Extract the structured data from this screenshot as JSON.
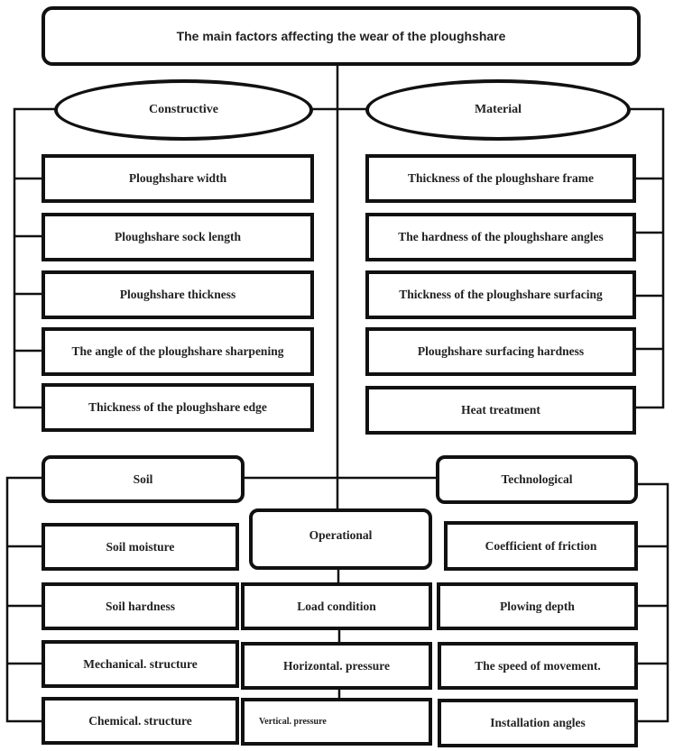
{
  "title": "The main factors affecting the wear of the ploughshare",
  "groups": {
    "constructive": {
      "label": "Constructive",
      "items": [
        "Ploughshare width",
        "Ploughshare sock length",
        "Ploughshare thickness",
        "The angle of the ploughshare sharpening",
        "Thickness of the ploughshare edge"
      ]
    },
    "material": {
      "label": "Material",
      "items": [
        "Thickness of the ploughshare frame",
        "The hardness of the ploughshare angles",
        "Thickness of the ploughshare surfacing",
        "Ploughshare surfacing hardness",
        "Heat treatment"
      ]
    },
    "soil": {
      "label": "Soil",
      "items": [
        "Soil moisture",
        "Soil hardness",
        "Mechanical. structure",
        "Chemical. structure"
      ]
    },
    "operational": {
      "label": "Operational",
      "items": [
        "Load condition",
        "Horizontal. pressure",
        "Vertical. pressure"
      ]
    },
    "technological": {
      "label": "Technological",
      "items": [
        "Coefficient of friction",
        "Plowing depth",
        "The speed of movement.",
        "Installation angles"
      ]
    }
  }
}
